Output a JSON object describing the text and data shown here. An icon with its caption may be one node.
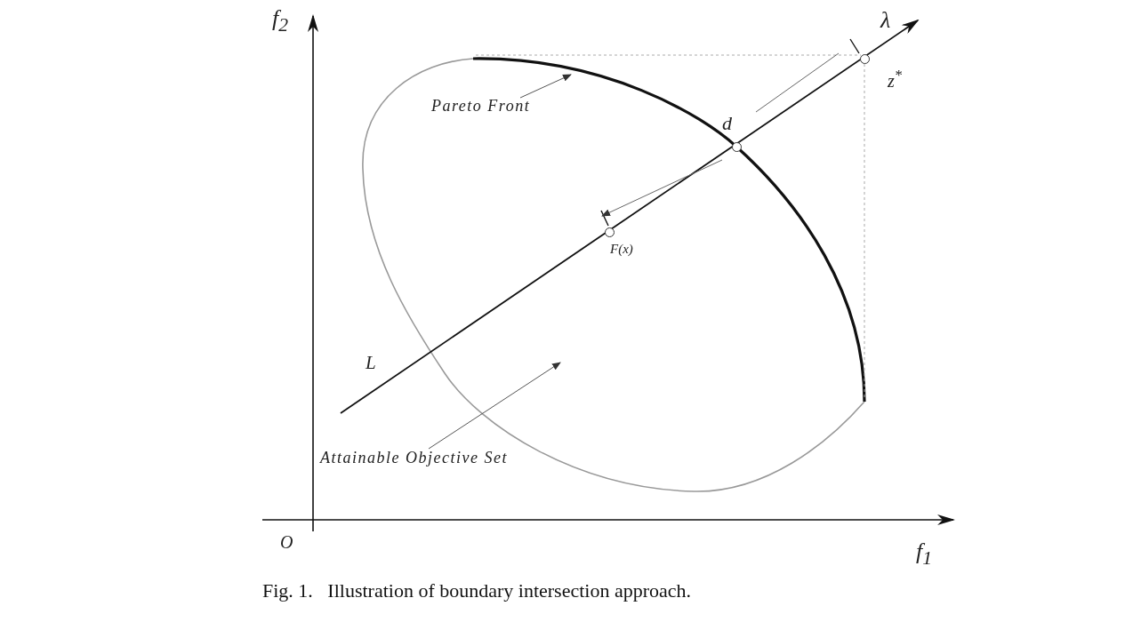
{
  "diagram": {
    "caption": "Fig. 1.   Illustration of boundary intersection approach.",
    "nodes": [
      {
        "text": [
          "Pareto Front"
        ]
      },
      {
        "text": [
          "Attainable Objective Set"
        ]
      },
      {
        "text": [],
        "shape": "circle",
        "beside": [
          "d"
        ]
      },
      {
        "text": [],
        "shape": "circle",
        "beside": [
          "F(x)"
        ]
      },
      {
        "text": [],
        "shape": "circle",
        "beside": [
          "z$^{*}$"
        ]
      }
    ],
    "edges": [
      {
        "from": 0,
        "to": null,
        "arrow": "to"
      },
      {
        "from": 1,
        "to": null,
        "arrow": "to"
      }
    ],
    "labels": [
      "f$_{2}$",
      "λ",
      "L",
      "O",
      "f$_{1}$"
    ]
  }
}
